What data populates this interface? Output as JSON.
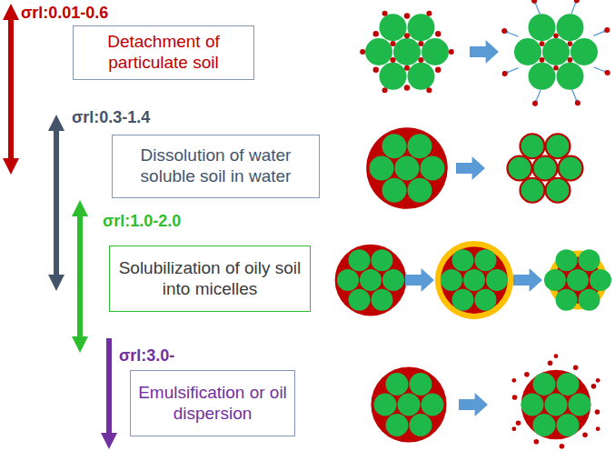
{
  "diagram": {
    "nodes": [
      {
        "text": [
          "σrl:0.01-0.6",
          "Detachment of particulate soil"
        ]
      },
      {
        "text": [
          "σrl:0.3-1.4",
          "Dissolution of water soluble soil in water"
        ]
      },
      {
        "text": [
          "σrl:1.0-2.0",
          "Solubilization of oily soil into micelles"
        ]
      },
      {
        "text": [
          "σrl:3.0-",
          "Emulsification or oil dispersion"
        ]
      }
    ]
  }
}
